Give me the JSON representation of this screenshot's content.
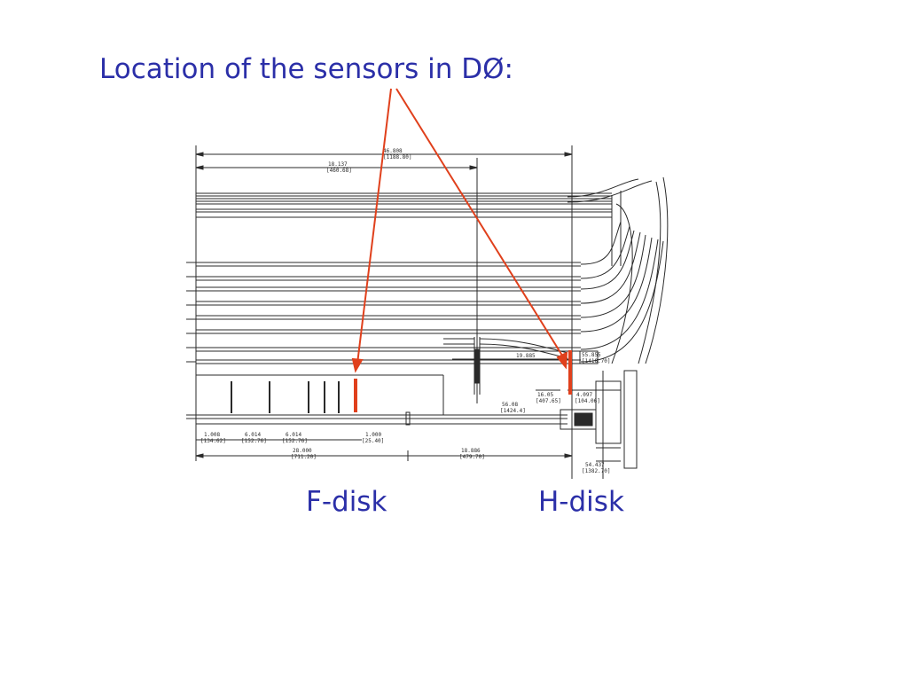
{
  "slide": {
    "title": "Location of the sensors in DØ:",
    "title_color": "#2B2FA8"
  },
  "labels": {
    "fdisk": "F-disk",
    "hdisk": "H-disk",
    "label_color": "#2B2FA8"
  },
  "colors": {
    "arrow": "#E0401C",
    "sensor": "#E0401C",
    "drawing_ink": "#2a2a2a"
  },
  "dimensions": {
    "overall": "46.808",
    "overall_mm": "[1188.80]",
    "upper": "18.137",
    "upper_mm": "[460.68]",
    "middle": "19.885",
    "hdisk_pos": "55.855",
    "hdisk_pos_mm": "[1418.70]",
    "bottom_left": "28.000",
    "bottom_left_mm": "[711.20]",
    "bottom_right": "18.886",
    "bottom_right_mm": "[479.70]",
    "step1": "1.008",
    "step1_mm": "[134.62]",
    "step2": "6.014",
    "step2_mm": "[152.76]",
    "step3": "6.014",
    "step3_mm": "[152.76]",
    "gap": "1.000",
    "gap_mm": "[25.40]",
    "right_bottom": "54.437",
    "right_bottom_mm": "[1382.70]",
    "small1": "16.05",
    "small1_mm": "[407.65]",
    "small2": "4.097",
    "small2_mm": "[104.06]",
    "small3": "56.08",
    "small3_mm": "[1424.4]"
  }
}
